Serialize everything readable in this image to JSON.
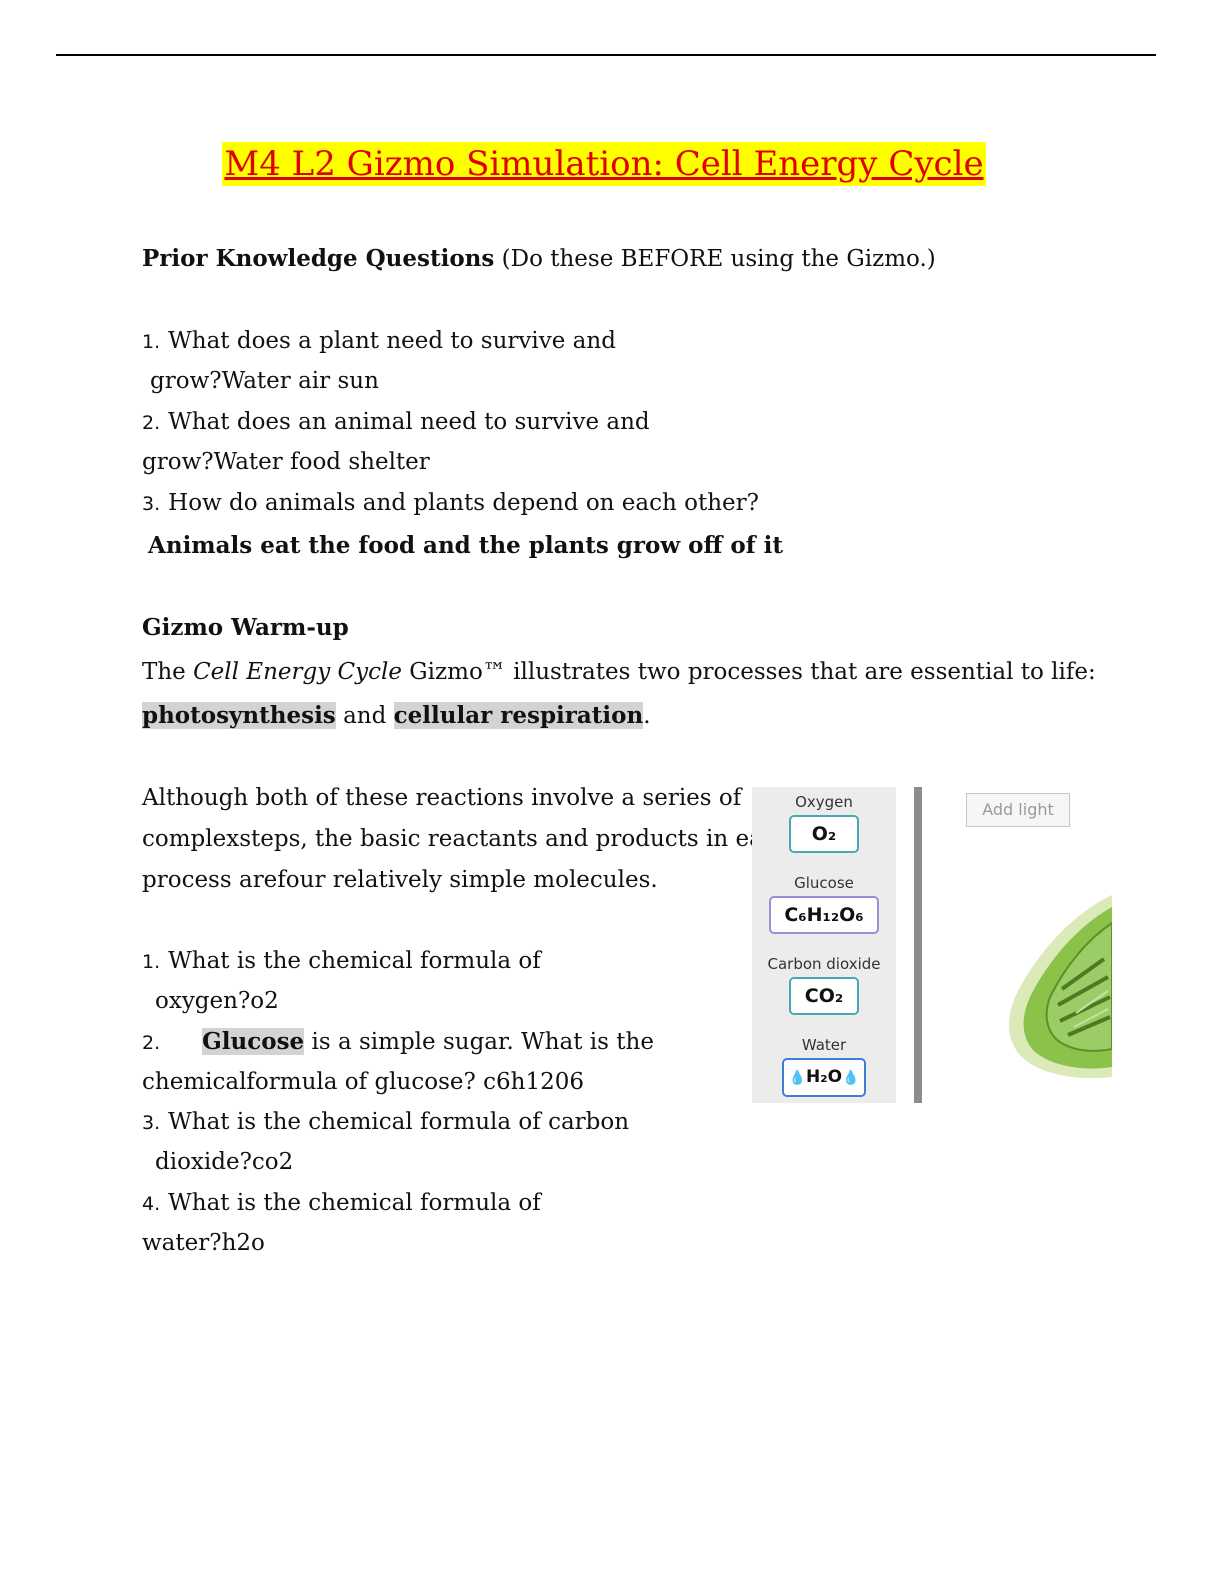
{
  "title": "M4 L2 Gizmo Simulation: Cell Energy Cycle",
  "prior": {
    "heading": "Prior Knowledge Questions",
    "note": " (Do these BEFORE using the Gizmo.)",
    "q1_num": "1.",
    "q1_a": "What does a plant need to survive and",
    "q1_b": "grow?Water air sun",
    "q2_num": "2.",
    "q2_a": "What does an animal need to survive and",
    "q2_b": "grow?Water food shelter",
    "q3_num": "3.",
    "q3_a": "How do animals and plants depend on each other?",
    "answer": "Animals eat the food and the plants grow off of it"
  },
  "warmup": {
    "heading": "Gizmo Warm-up",
    "intro_pre": "The ",
    "intro_italic": "Cell Energy Cycle",
    "intro_post": " Gizmo™ illustrates two processes that are essential to life:",
    "term1": "photosynthesis",
    "and": " and ",
    "term2": "cellular respiration",
    "period": ".",
    "para_1": "Although both of these reactions involve a series of",
    "para_2": "complexsteps, the basic reactants and products in each",
    "para_3": "process arefour relatively simple molecules.",
    "q1_num": "1.",
    "q1_a": "What is the chemical formula of",
    "q1_b": "oxygen?o2",
    "q2_num": "2.",
    "q2_term": "Glucose",
    "q2_a": " is a simple sugar. What is the",
    "q2_b": "chemicalformula of glucose? c6h1206",
    "q3_num": "3.",
    "q3_a": "What is the chemical formula of carbon",
    "q3_b": "dioxide?co2",
    "q4_num": "4.",
    "q4_a": "What is the chemical formula of",
    "q4_b": "water?h2o"
  },
  "gizmo": {
    "molecules": [
      {
        "label": "Oxygen",
        "formula": "O₂",
        "border": "#4aa6b8"
      },
      {
        "label": "Glucose",
        "formula": "C₆H₁₂O₆",
        "border": "#9b8ed6"
      },
      {
        "label": "Carbon dioxide",
        "formula": "CO₂",
        "border": "#4aa6b8"
      },
      {
        "label": "Water",
        "formula": "H₂O",
        "border": "#3d7ed8"
      }
    ],
    "add_light": "Add light",
    "colors": {
      "chloroplast": "#8bc34a",
      "highlight": "#ffff00",
      "title": "#e00000"
    }
  }
}
